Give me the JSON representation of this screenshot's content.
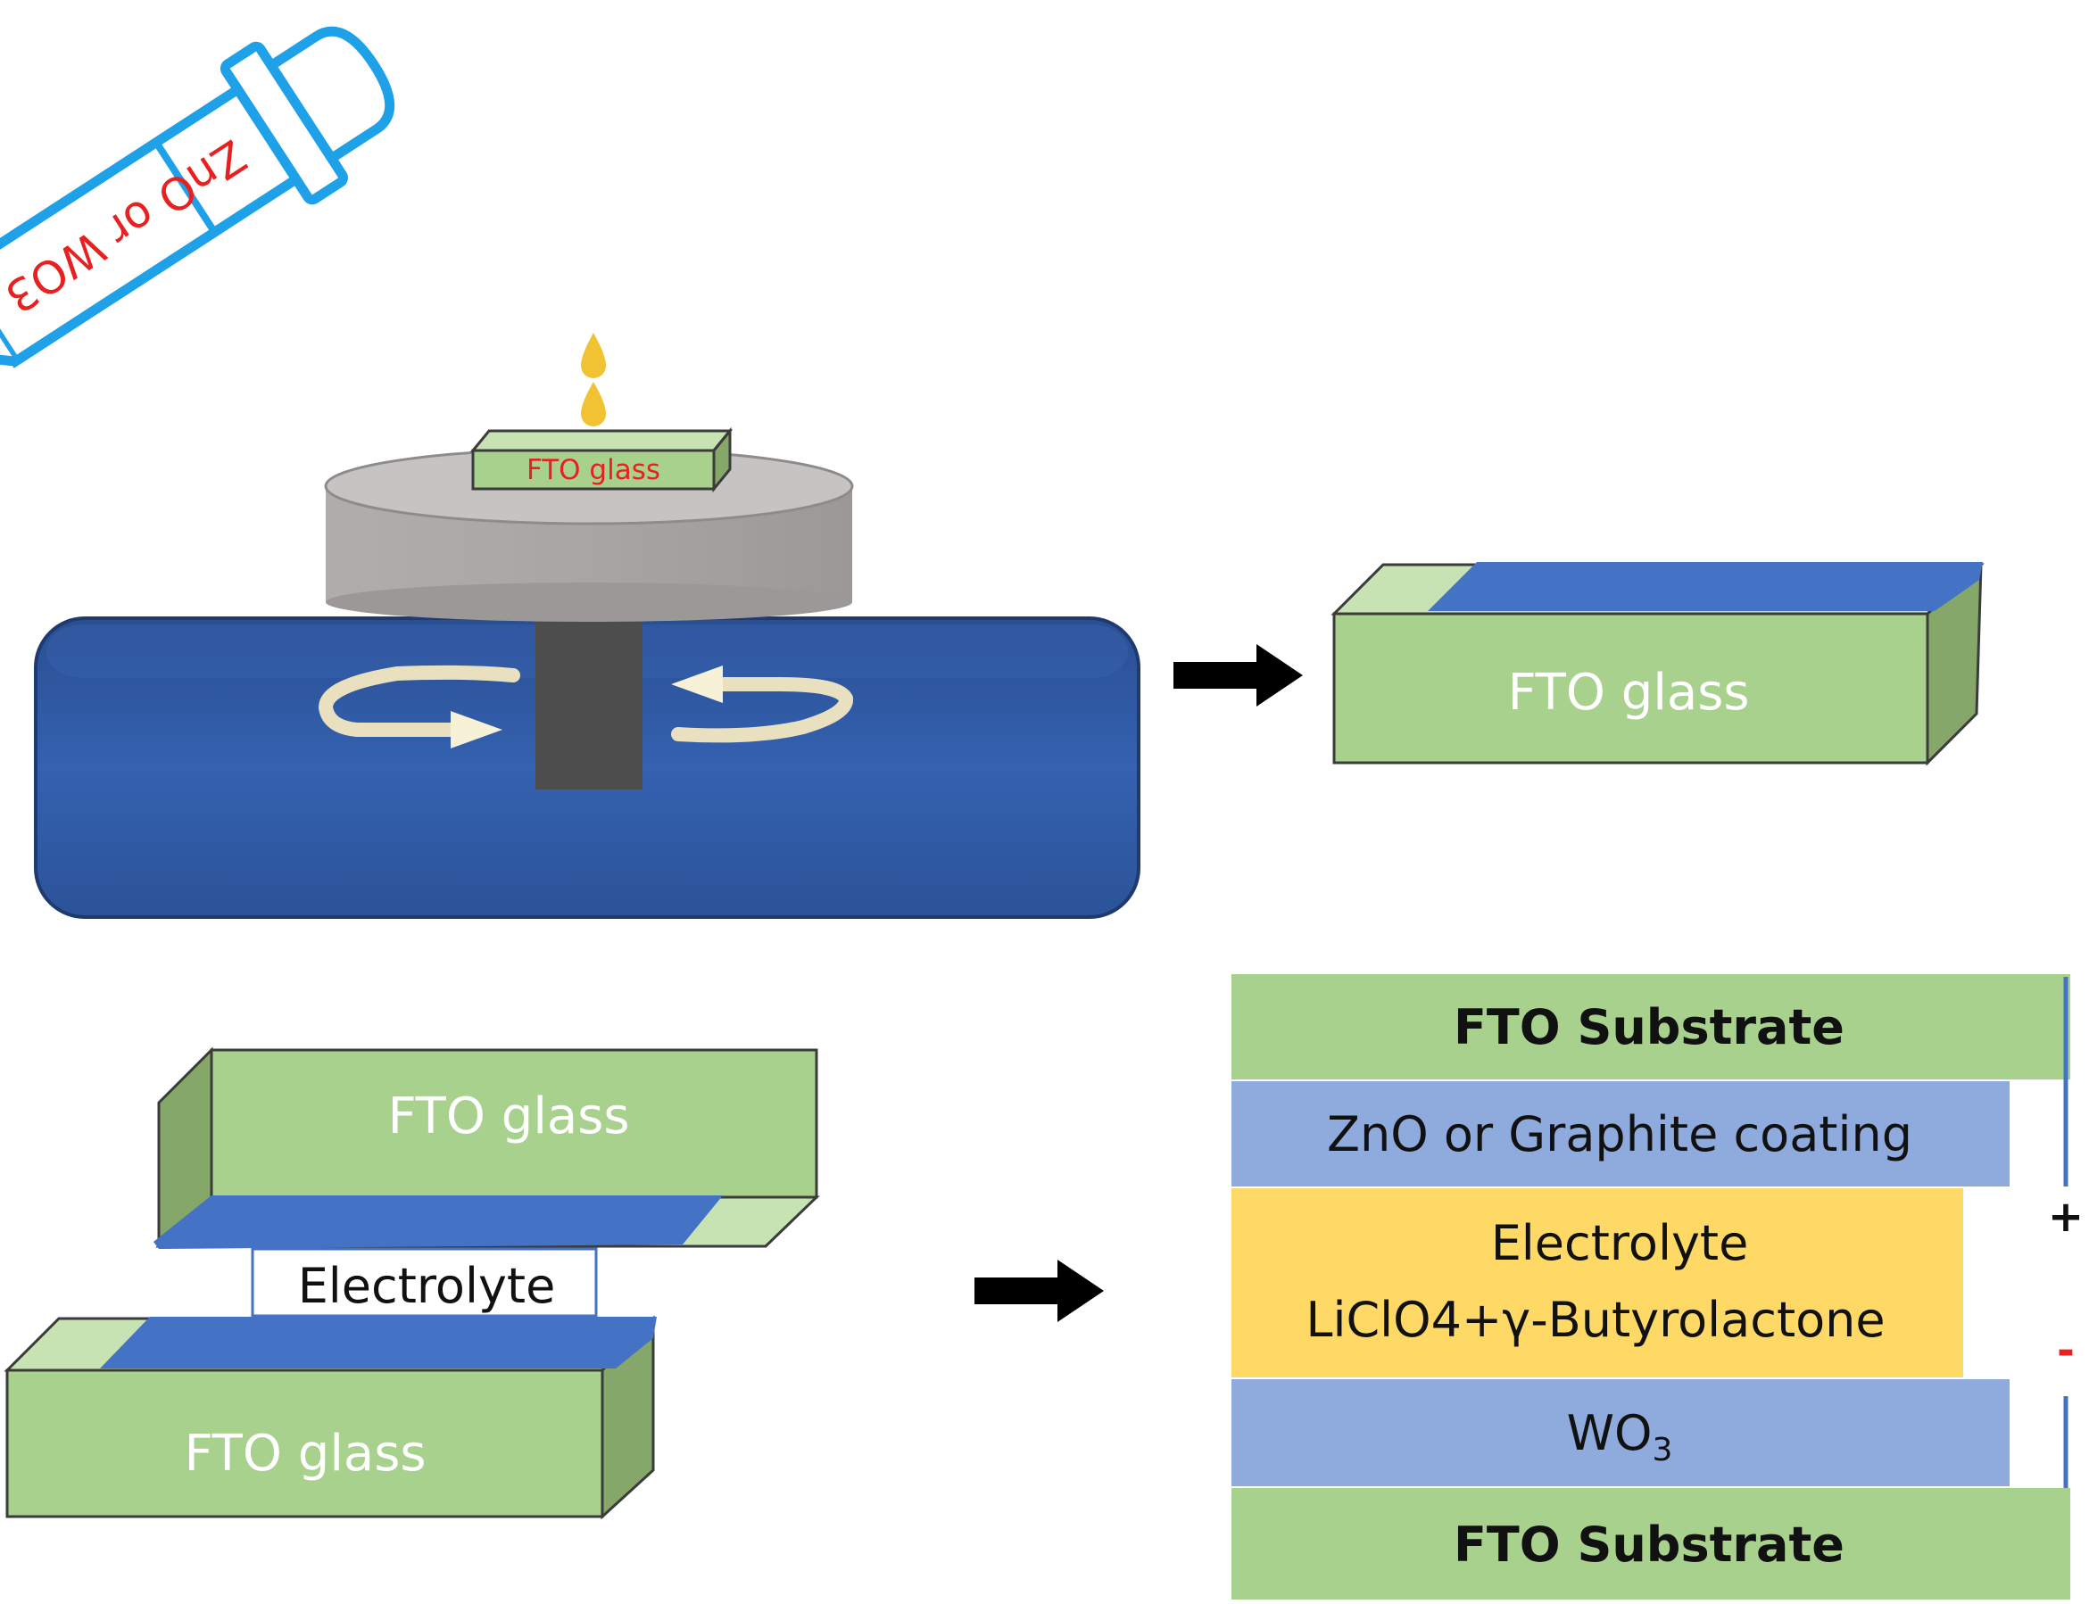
{
  "dropper": {
    "label": "ZnO or WO3"
  },
  "spin_coater": {
    "substrate_label": "FTO glass"
  },
  "coated_sample": {
    "label": "FTO glass"
  },
  "assembly": {
    "top_glass_label": "FTO glass",
    "bottom_glass_label": "FTO glass",
    "electrolyte_label": "Electrolyte"
  },
  "device_stack": {
    "top_substrate": "FTO Substrate",
    "counter_layer": "ZnO or Graphite coating",
    "electrolyte_title": "Electrolyte",
    "electrolyte_composition": "LiClO4+γ-Butyrolactone",
    "active_layer_base": "WO",
    "active_layer_subscript": "3",
    "bottom_substrate": "FTO Substrate",
    "plus_sign": "+",
    "minus_sign": "-"
  },
  "colors": {
    "fto_green": "#a9d18e",
    "fto_dark_green": "#85a86a",
    "coating_blue": "#4472c4",
    "stage_blue": "#2f5597",
    "layer_blue": "#8faadc",
    "electrolyte_yellow": "#ffd966",
    "chuck_grey": "#aaa6a6",
    "dropper_outline": "#1ea1e8",
    "droplet": "#f1c232"
  }
}
